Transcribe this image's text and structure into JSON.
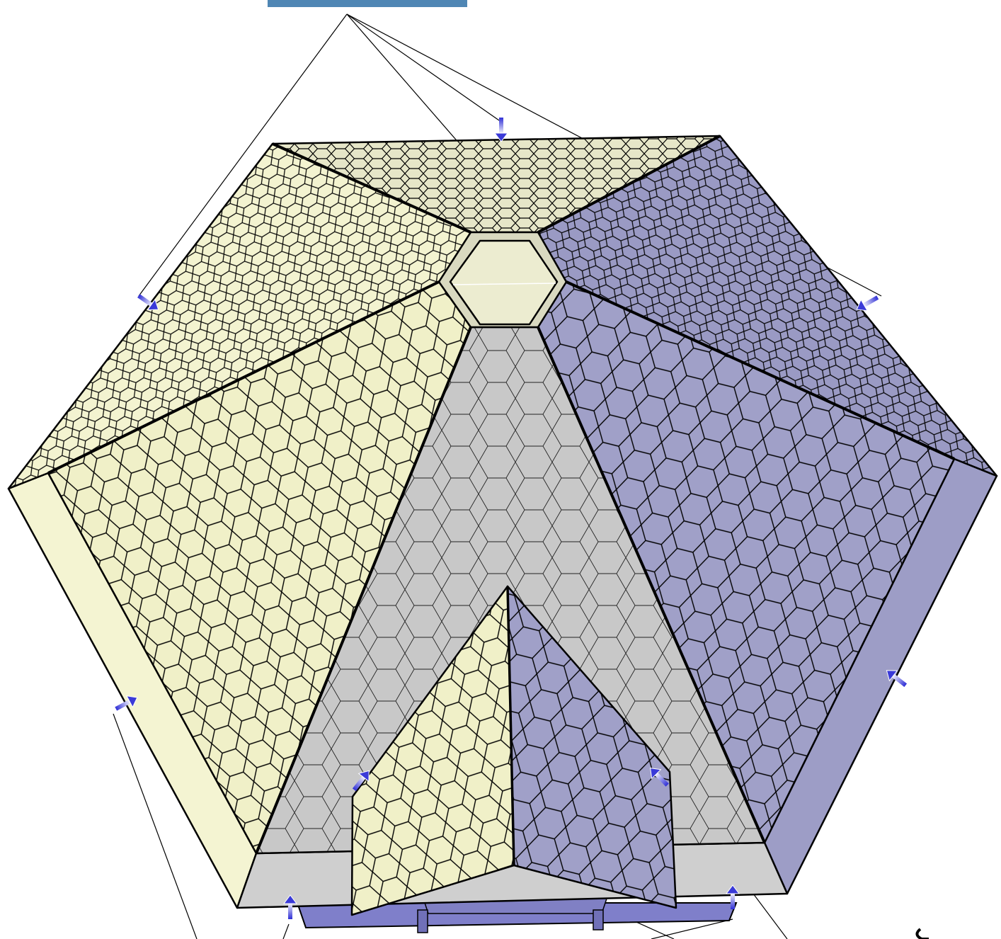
{
  "colors": {
    "yellow_face": "#f0f0c8",
    "yellow_light": "#f3f3d0",
    "grey_face": "#c8c8c8",
    "blue_face": "#a0a0c8",
    "blue_dark": "#8f8fbd",
    "eave_yellow": "#f4f4d2",
    "eave_blue": "#9d9dc6",
    "eave_grey": "#cfcfcf",
    "outline": "#000000",
    "arrow": "#3a3ad8",
    "thumb": "#4f86b4"
  },
  "figure": {
    "description_shown": "",
    "shingle_style": "hexagonal",
    "roof_shape": "hexagonal-hip-roof-with-cupola-and-dormer"
  },
  "icons": [
    "callout-arrow-icon",
    "leader-line"
  ]
}
